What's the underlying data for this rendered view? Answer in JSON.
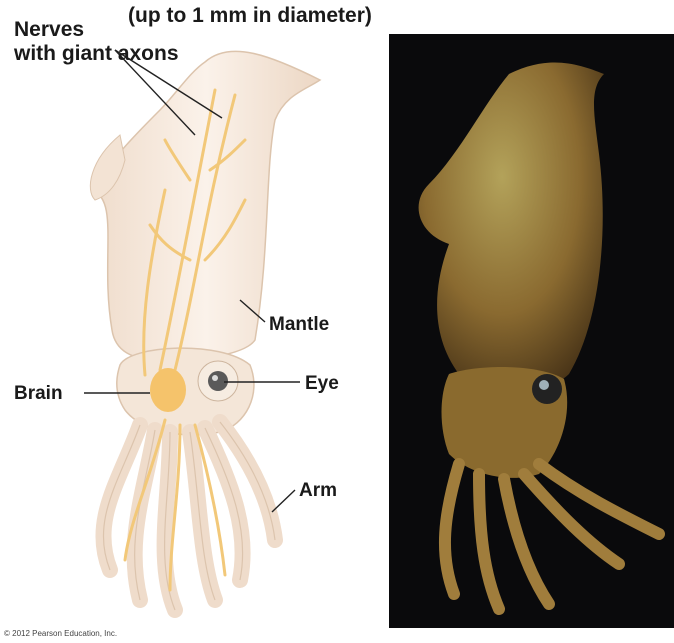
{
  "caption": {
    "top": "(up to 1 mm in diameter)",
    "nerves_line1": "Nerves",
    "nerves_line2": "with giant axons"
  },
  "labels": {
    "mantle": "Mantle",
    "eye": "Eye",
    "brain": "Brain",
    "arm": "Arm"
  },
  "copyright": "© 2012 Pearson Education, Inc.",
  "colors": {
    "body": "#f6e9dc",
    "nerve": "#f2c879",
    "brain": "#f5c36b",
    "photo_bg": "#0a0a0c",
    "photo_squid": "#9a7a3a"
  }
}
